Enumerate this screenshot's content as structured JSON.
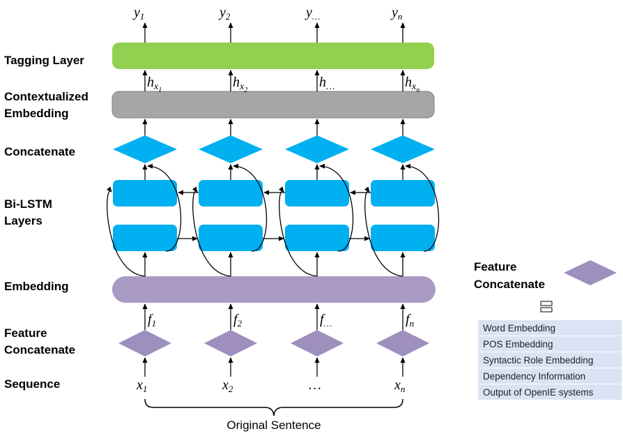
{
  "layers": {
    "tagging": "Tagging Layer",
    "contextualized_line1": "Contextualized",
    "contextualized_line2": "Embedding",
    "concatenate": "Concatenate",
    "bilstm_line1": "Bi-LSTM",
    "bilstm_line2": "Layers",
    "embedding": "Embedding",
    "feature_line1": "Feature",
    "feature_line2": "Concatenate",
    "sequence": "Sequence"
  },
  "columns": [
    {
      "y_base": "y",
      "y_sub": "1",
      "h_sub": "x",
      "h_subsub": "1",
      "f_base": "f",
      "f_sub": "1",
      "x_base": "x",
      "x_sub": "1"
    },
    {
      "y_base": "y",
      "y_sub": "2",
      "h_sub": "x",
      "h_subsub": "2",
      "f_base": "f",
      "f_sub": "2",
      "x_base": "x",
      "x_sub": "2"
    },
    {
      "y_base": "y",
      "y_sub": "…",
      "h_sub": "…",
      "h_subsub": "",
      "f_base": "f",
      "f_sub": "…",
      "x_base": "…",
      "x_sub": ""
    },
    {
      "y_base": "y",
      "y_sub": "n",
      "h_sub": "x",
      "h_subsub": "n",
      "f_base": "f",
      "f_sub": "n",
      "x_base": "x",
      "x_sub": "n"
    }
  ],
  "h_base": "h",
  "bottom_label": "Original Sentence",
  "legend": {
    "title_line1": "Feature",
    "title_line2": "Concatenate",
    "items": [
      "Word Embedding",
      "POS Embedding",
      "Syntactic Role Embedding",
      "Dependency Information",
      "Output of OpenIE systems"
    ]
  },
  "colors": {
    "tagging": "#92d050",
    "contextualized": "#a6a6a6",
    "lstm": "#00b0f0",
    "embedding": "#a99bc3",
    "feature": "#9e8fbf",
    "legend_row": "#dae3f3"
  }
}
